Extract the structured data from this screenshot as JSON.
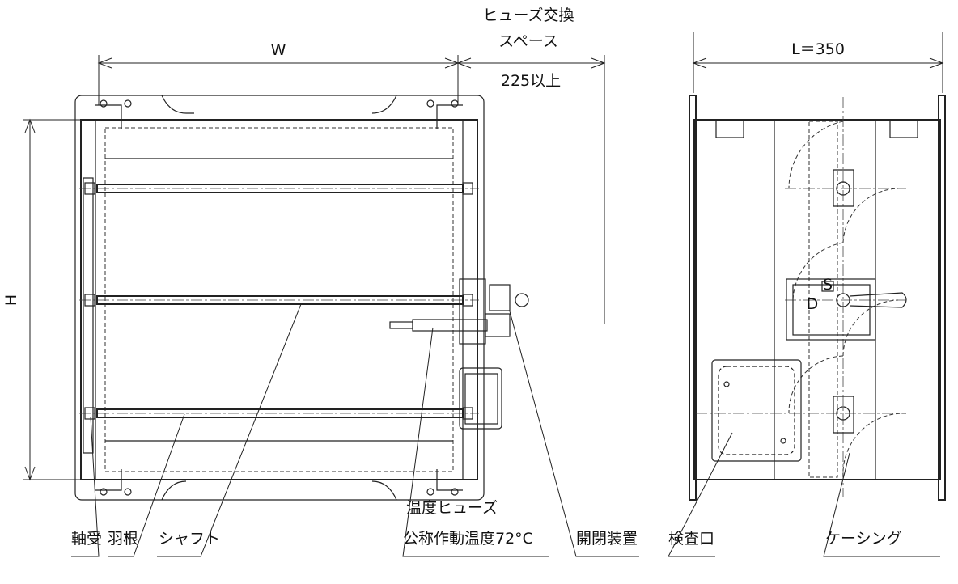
{
  "dimensions": {
    "width": "W",
    "height": "H",
    "length": "L＝350",
    "fuse_space_title_1": "ヒューズ交換",
    "fuse_space_title_2": "スペース",
    "fuse_space_value": "225以上"
  },
  "labels": {
    "bearing": "軸受",
    "blade": "羽根",
    "shaft": "シャフト",
    "fuse_title": "温度ヒューズ",
    "fuse_temp": "公称作動温度72°C",
    "opening_device": "開閉装置",
    "inspection_port": "検査口",
    "casing": "ケーシング"
  },
  "markers": {
    "s_mark": "S",
    "d_mark": "D"
  }
}
